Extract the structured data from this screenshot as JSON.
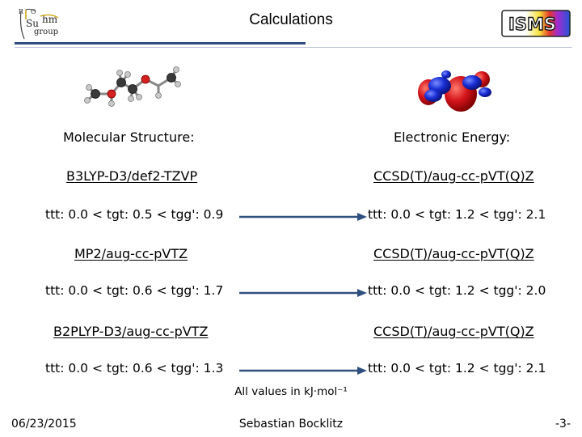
{
  "header": {
    "title": "Calculations",
    "logo_left_text": "R—O Suhm group",
    "logo_right_text": "ISMS"
  },
  "columns": {
    "left_heading": "Molecular Structure:",
    "right_heading": "Electronic Energy:"
  },
  "rows": [
    {
      "left_method": "B3LYP-D3/def2-TZVP",
      "right_method": "CCSD(T)/aug-cc-pVT(Q)Z",
      "left_values": "ttt: 0.0 < tgt: 0.5 < tgg': 0.9",
      "right_values": "ttt: 0.0 < tgt: 1.2 < tgg': 2.1"
    },
    {
      "left_method": "MP2/aug-cc-pVTZ",
      "right_method": "CCSD(T)/aug-cc-pVT(Q)Z",
      "left_values": "ttt: 0.0 < tgt: 0.6 < tgg': 1.7",
      "right_values": "ttt: 0.0 < tgt: 1.2 < tgg': 2.0"
    },
    {
      "left_method": "B2PLYP-D3/aug-cc-pVTZ",
      "right_method": "CCSD(T)/aug-cc-pVT(Q)Z",
      "left_values": "ttt: 0.0 < tgt: 0.6 < tgg': 1.3",
      "right_values": "ttt: 0.0 < tgt: 1.2 < tgg': 2.1"
    }
  ],
  "note": "All values in kJ·mol⁻¹",
  "footer": {
    "date": "06/23/2015",
    "author": "Sebastian Bocklitz",
    "page": "-3-"
  },
  "colors": {
    "arrow": "#2f4f7f",
    "header_line": "#2f4f7f",
    "orbital_red": "#d4141b",
    "orbital_blue": "#1a2fd6"
  }
}
